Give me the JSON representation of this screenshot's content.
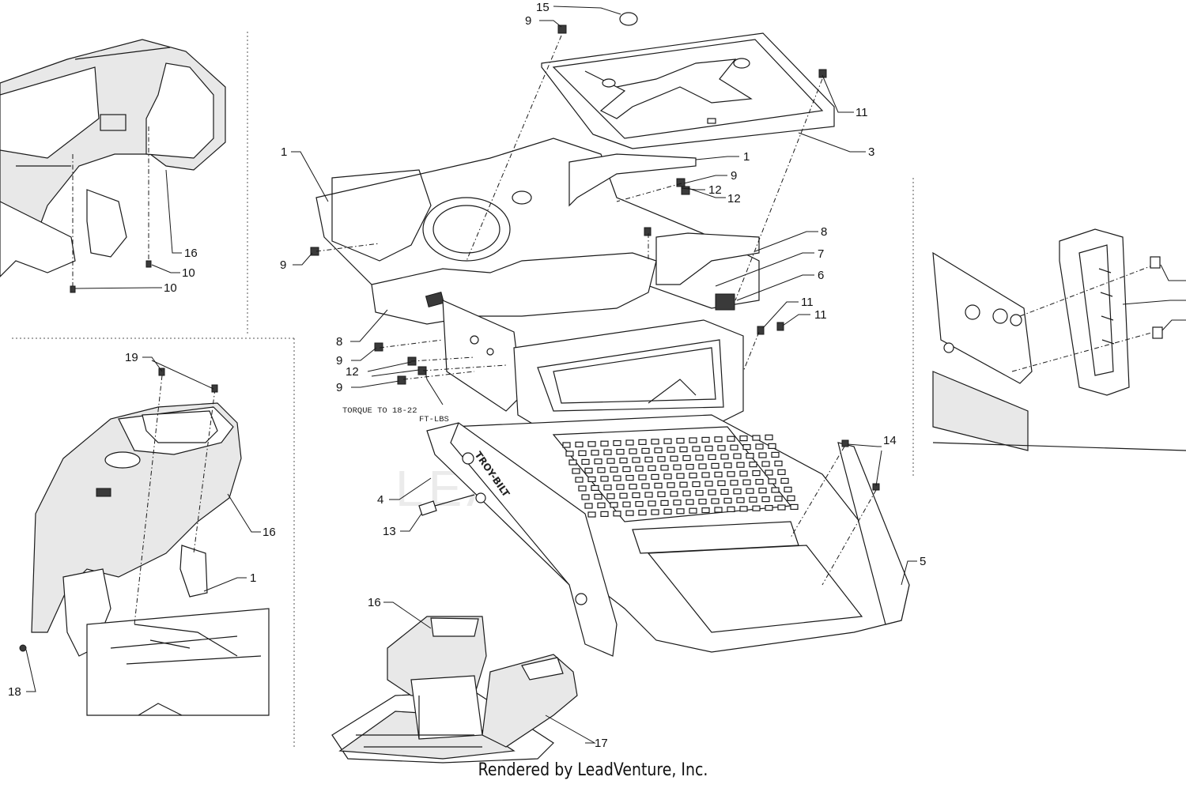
{
  "callouts": [
    {
      "id": "c15a",
      "text": "15"
    },
    {
      "id": "c9a",
      "text": "9"
    },
    {
      "id": "c11a",
      "text": "11"
    },
    {
      "id": "c3",
      "text": "3"
    },
    {
      "id": "c1a",
      "text": "1"
    },
    {
      "id": "c1b",
      "text": "1"
    },
    {
      "id": "c9b",
      "text": "9"
    },
    {
      "id": "c12a",
      "text": "12"
    },
    {
      "id": "c12b",
      "text": "12"
    },
    {
      "id": "c8a",
      "text": "8"
    },
    {
      "id": "c7",
      "text": "7"
    },
    {
      "id": "c6",
      "text": "6"
    },
    {
      "id": "c9c",
      "text": "9"
    },
    {
      "id": "c11b",
      "text": "11"
    },
    {
      "id": "c11c",
      "text": "11"
    },
    {
      "id": "c8b",
      "text": "8"
    },
    {
      "id": "c9d",
      "text": "9"
    },
    {
      "id": "c12c",
      "text": "12"
    },
    {
      "id": "c9e",
      "text": "9"
    },
    {
      "id": "c16a",
      "text": "16"
    },
    {
      "id": "c10a",
      "text": "10"
    },
    {
      "id": "c10b",
      "text": "10"
    },
    {
      "id": "c19",
      "text": "19"
    },
    {
      "id": "c16b",
      "text": "16"
    },
    {
      "id": "c1c",
      "text": "1"
    },
    {
      "id": "c18",
      "text": "18"
    },
    {
      "id": "c14",
      "text": "14"
    },
    {
      "id": "c4",
      "text": "4"
    },
    {
      "id": "c13",
      "text": "13"
    },
    {
      "id": "c5",
      "text": "5"
    },
    {
      "id": "c16c",
      "text": "16"
    },
    {
      "id": "c17",
      "text": "17"
    }
  ],
  "torque_note": {
    "line1": "TORQUE TO 18-22",
    "line2": "FT-LBS"
  },
  "brand_decal": "TROY-BILT",
  "footer": "Rendered by LeadVenture, Inc.",
  "watermark": "LEADVENTURE"
}
